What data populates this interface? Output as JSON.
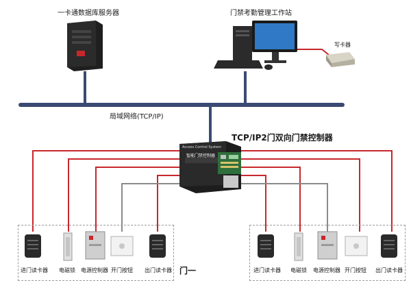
{
  "top": {
    "server_label": "一卡通数据库服务器",
    "workstation_label": "门禁考勤管理工作站",
    "card_writer_label": "写卡器"
  },
  "network": {
    "label": "局域网络(TCP/IP)"
  },
  "controller": {
    "title": "TCP/IP2门双向门禁控制器",
    "panel_brand": "Access Control System",
    "panel_name": "智能门禁控制器"
  },
  "door_left": {
    "devices": [
      "进门读卡器",
      "电磁锁",
      "电源控制器",
      "开门按钮",
      "出门读卡器"
    ]
  },
  "door_right": {
    "devices": [
      "进门读卡器",
      "电磁锁",
      "电源控制器",
      "开门按钮",
      "出门读卡器"
    ]
  },
  "door_label_partial": "门一",
  "colors": {
    "bus": "#3a4a72",
    "wire_red": "#c8262b",
    "wire_gray": "#8a8a8a",
    "device_dark": "#2a2a2a"
  }
}
